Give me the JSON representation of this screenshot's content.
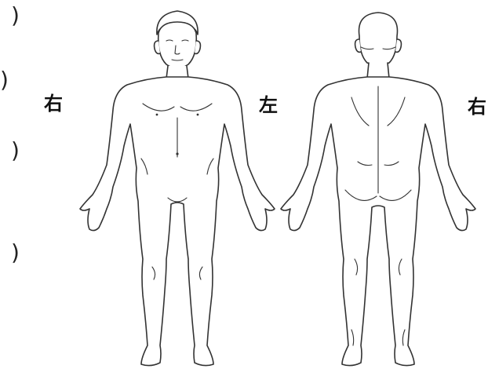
{
  "parens": [
    ")",
    ")",
    ")",
    ")"
  ],
  "labels": {
    "front_right": "右",
    "front_left": "左",
    "back_right": "右"
  },
  "figures": {
    "front": "front-body-figure",
    "back": "back-body-figure"
  }
}
